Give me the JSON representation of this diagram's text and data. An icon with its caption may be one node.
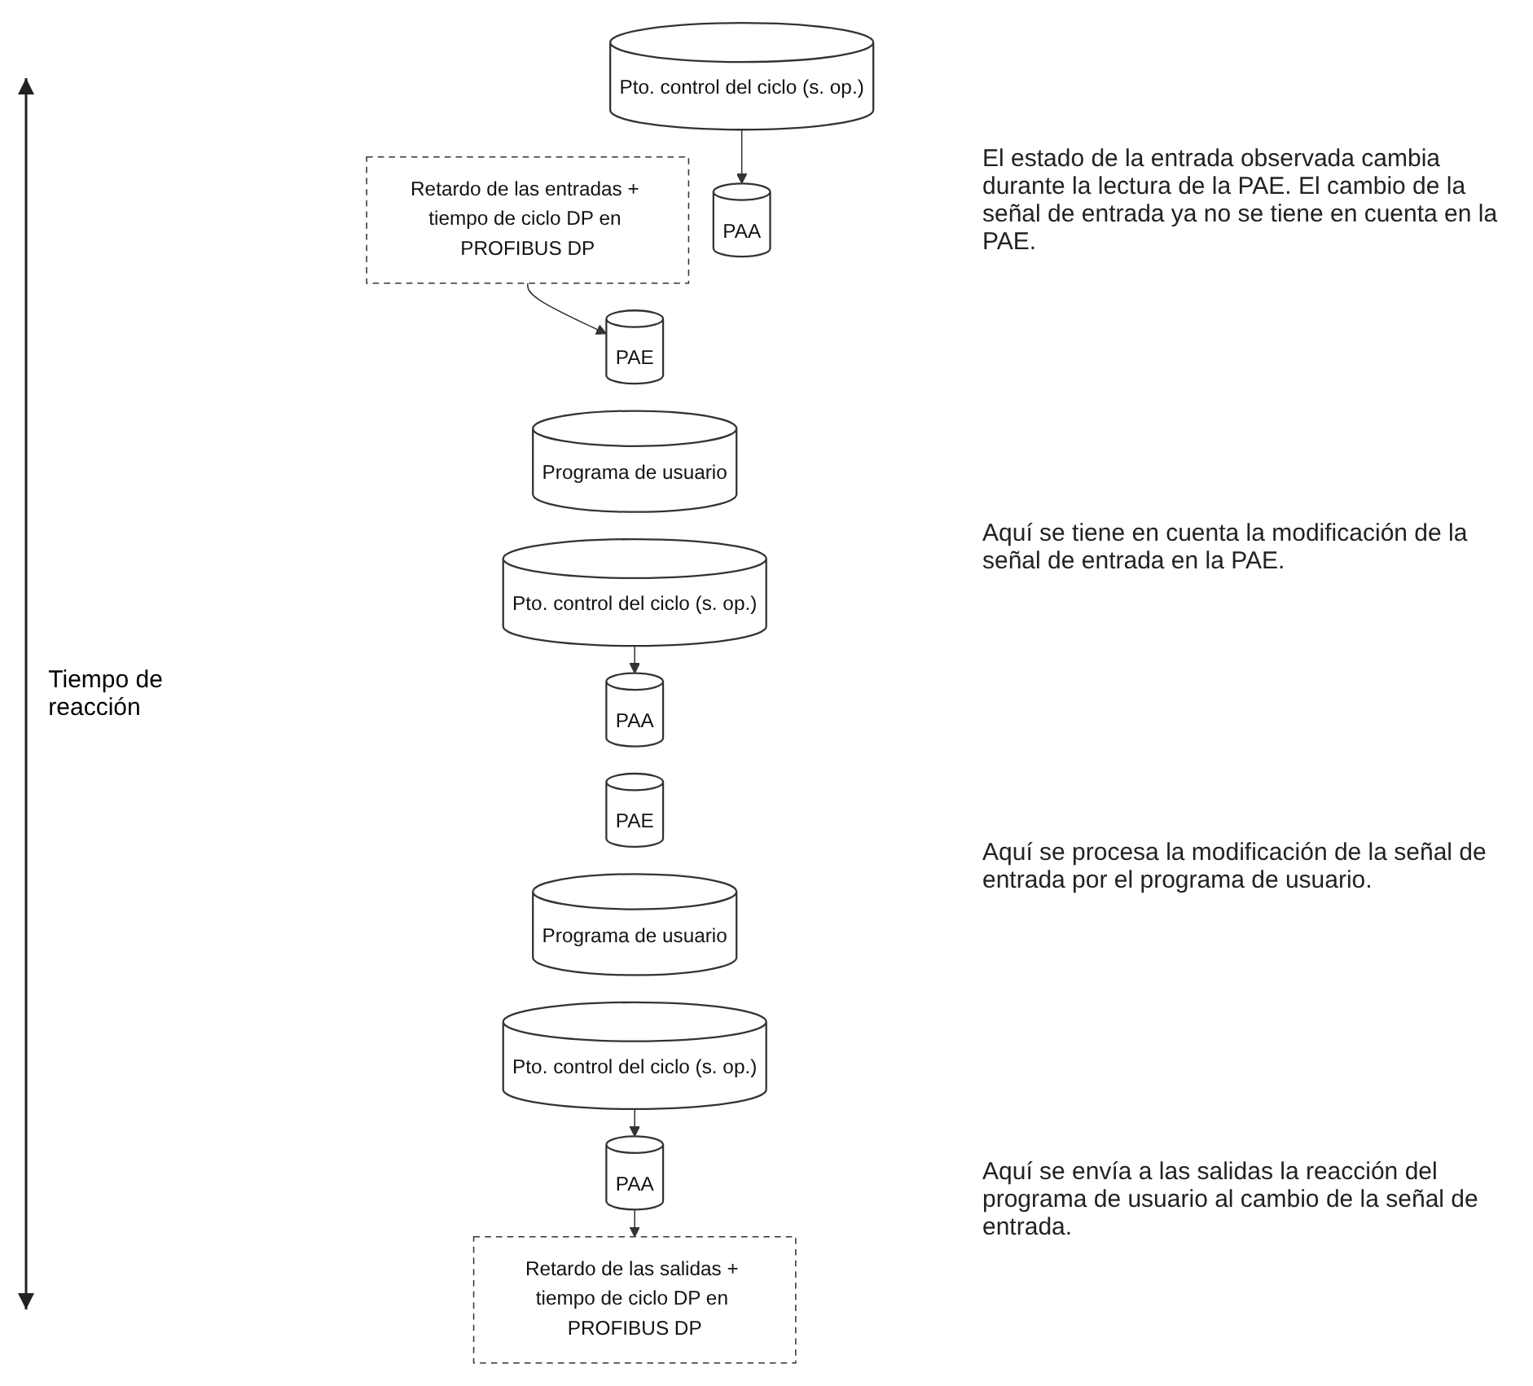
{
  "diagram": {
    "nodes": [
      {
        "text": [
          "Pto. control del ciclo (s. op.)"
        ]
      },
      {
        "text": [
          "Retardo de las entradas + tiempo de ciclo DP en PROFIBUS DP"
        ]
      },
      {
        "text": [
          "PAA"
        ]
      },
      {
        "text": [
          "PAE"
        ]
      },
      {
        "text": [
          "Programa de usuario"
        ]
      },
      {
        "text": [
          "Pto. control del ciclo (s. op.)"
        ]
      },
      {
        "text": [
          "PAA"
        ]
      },
      {
        "text": [
          "PAE"
        ]
      },
      {
        "text": [
          "Programa de usuario"
        ]
      },
      {
        "text": [
          "Pto. control del ciclo (s. op.)"
        ]
      },
      {
        "text": [
          "PAA"
        ]
      },
      {
        "text": [
          "Retardo de las salidas + tiempo de ciclo DP en PROFIBUS DP"
        ]
      }
    ],
    "edges": [
      {
        "from": 0,
        "to": 2,
        "arrow": "to"
      },
      {
        "from": 1,
        "to": 3,
        "arrow": "to"
      },
      {
        "from": 5,
        "to": 6,
        "arrow": "to"
      },
      {
        "from": 9,
        "to": 10,
        "arrow": "to"
      },
      {
        "from": 10,
        "to": 11,
        "arrow": "to"
      }
    ],
    "labels": [
      "El estado de la entrada observada cambia durante la lectura de la PAE. El cambio de la señal de entrada ya no se tiene en cuenta en la PAE.",
      "Tiempo de reacción",
      "Aquí se tiene en cuenta la modificación de la señal de entrada en la PAE.",
      "Aquí se procesa la modificación de la señal de entrada por el programa de usuario.",
      "Aquí se envía a las salidas la reacción del programa de usuario al cambio de la señal de entrada."
    ]
  }
}
